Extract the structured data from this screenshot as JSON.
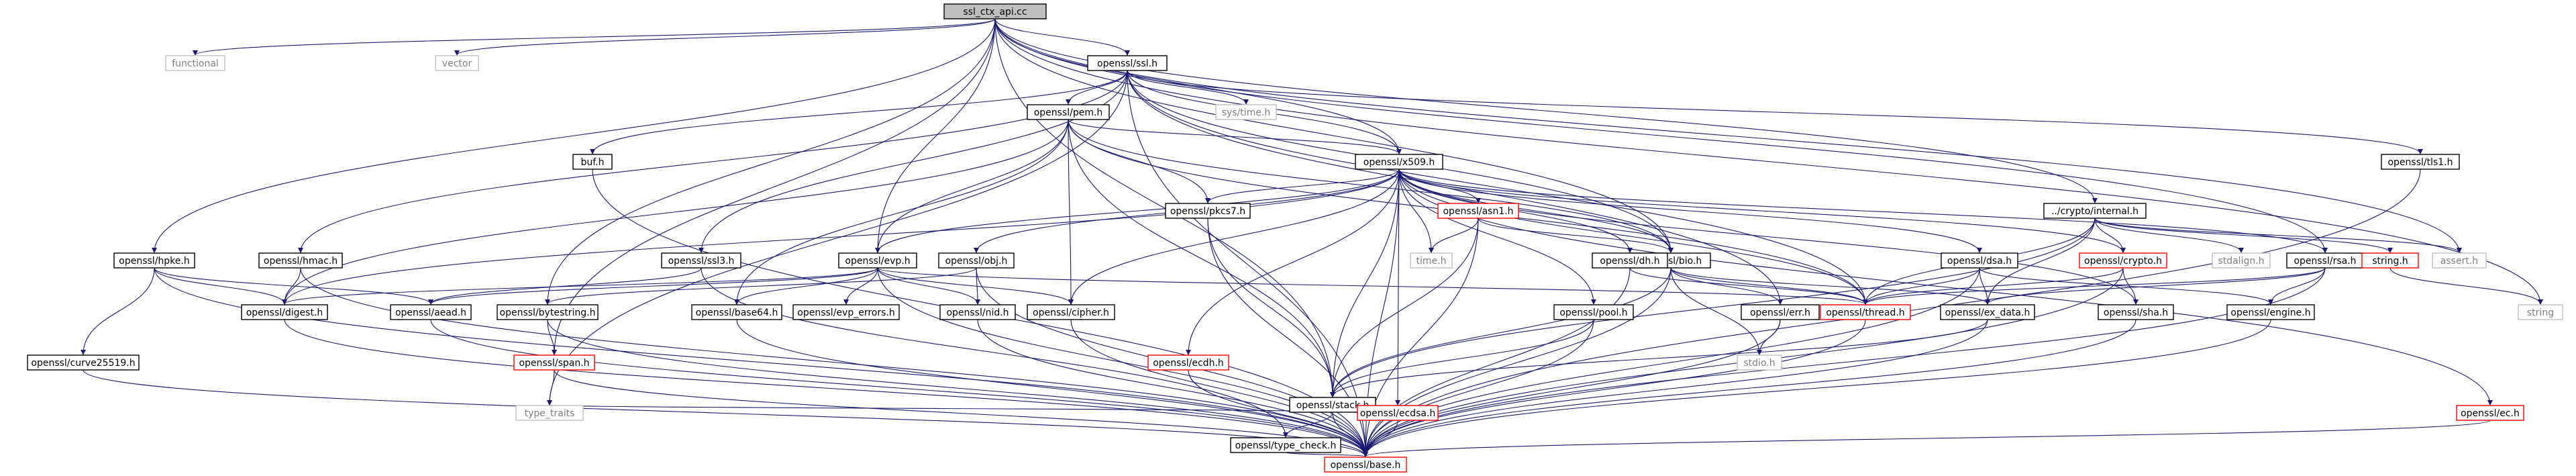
{
  "diagram": {
    "title": "ssl_ctx_api.cc",
    "colors": {
      "edge": "#191970",
      "root_fill": "#bfbfbf",
      "linked_border": "#000000",
      "missing_border": "#ff0000",
      "system_border": "#bfbfbf",
      "system_text": "#7f7f7f"
    },
    "nodes": {
      "root": "ssl_ctx_api.cc",
      "functional": "functional",
      "vector": "vector",
      "ssl_h": "openssl/ssl.h",
      "hpke_h": "openssl/hpke.h",
      "evp_h": "openssl/evp.h",
      "bytestring_h": "openssl/bytestring.h",
      "x509_h": "openssl/x509.h",
      "stack_h": "openssl/stack.h",
      "bio_h": "openssl/bio.h",
      "crypto_internal_h": "../crypto/internal.h",
      "rsa_h": "openssl/rsa.h",
      "assert_h": "assert.h",
      "string_std": "string",
      "sys_time_h": "sys/time.h",
      "pem_h": "openssl/pem.h",
      "buf_h": "buf.h",
      "hmac_h": "openssl/hmac.h",
      "ssl3_h": "openssl/ssl3.h",
      "tls1_h": "openssl/tls1.h",
      "err_h": "openssl/err.h",
      "thread_h": "openssl/thread.h",
      "base_h": "openssl/base.h",
      "type_traits": "type_traits",
      "pkcs7_h": "openssl/pkcs7.h",
      "asn1_h": "openssl/asn1.h",
      "time_h": "time.h",
      "dh_h": "openssl/dh.h",
      "dsa_h": "openssl/dsa.h",
      "crypto_h": "openssl/crypto.h",
      "ec_h": "openssl/ec.h",
      "stdalign_h": "stdalign.h",
      "string_h": "string.h",
      "obj_h": "openssl/obj.h",
      "digest_h": "openssl/digest.h",
      "aead_h": "openssl/aead.h",
      "base64_h": "openssl/base64.h",
      "evp_errors_h": "openssl/evp_errors.h",
      "nid_h": "openssl/nid.h",
      "cipher_h": "openssl/cipher.h",
      "ex_data_h": "openssl/ex_data.h",
      "sha_h": "openssl/sha.h",
      "engine_h": "openssl/engine.h",
      "curve25519_h": "openssl/curve25519.h",
      "span_h": "openssl/span.h",
      "ecdh_h": "openssl/ecdh.h",
      "ecdsa_h": "openssl/ecdsa.h",
      "pool_h": "openssl/pool.h",
      "stdio_h": "stdio.h",
      "type_check_h": "openssl/type_check.h"
    }
  }
}
